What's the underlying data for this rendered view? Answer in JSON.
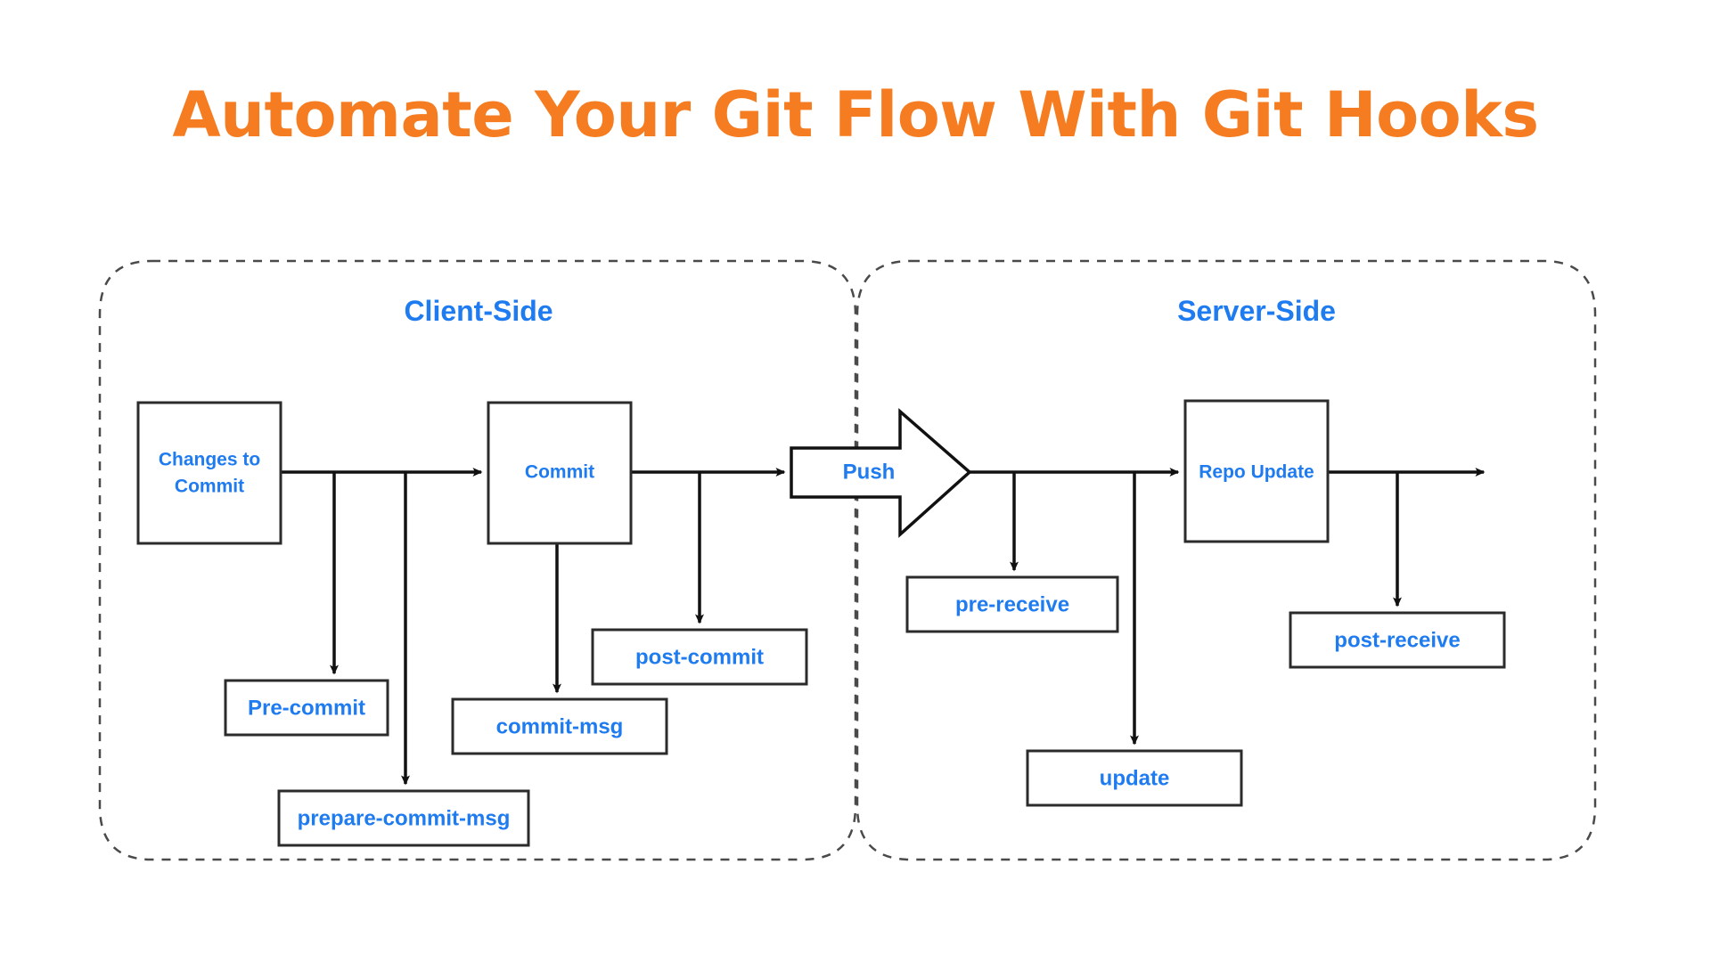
{
  "page": {
    "title": "Automate Your Git Flow With Git Hooks",
    "title_color": "#f57c20",
    "label_color": "#1f7bf0",
    "background": "#ffffff"
  },
  "diagram": {
    "type": "flowchart",
    "groups": [
      {
        "id": "client",
        "title": "Client-Side"
      },
      {
        "id": "server",
        "title": "Server-Side"
      }
    ],
    "nodes": {
      "changes_to_commit": {
        "label_line1": "Changes to",
        "label_line2": "Commit",
        "shape": "rect",
        "group": "client"
      },
      "commit": {
        "label": "Commit",
        "shape": "rect",
        "group": "client"
      },
      "pre_commit": {
        "label": "Pre-commit",
        "shape": "rect",
        "group": "client",
        "kind": "hook"
      },
      "commit_msg": {
        "label": "commit-msg",
        "shape": "rect",
        "group": "client",
        "kind": "hook"
      },
      "post_commit": {
        "label": "post-commit",
        "shape": "rect",
        "group": "client",
        "kind": "hook"
      },
      "prepare_commit_msg": {
        "label": "prepare-commit-msg",
        "shape": "rect",
        "group": "client",
        "kind": "hook"
      },
      "push": {
        "label": "Push",
        "shape": "block-arrow",
        "group": "boundary"
      },
      "repo_update": {
        "label": "Repo Update",
        "shape": "rect",
        "group": "server"
      },
      "pre_receive": {
        "label": "pre-receive",
        "shape": "rect",
        "group": "server",
        "kind": "hook"
      },
      "update": {
        "label": "update",
        "shape": "rect",
        "group": "server",
        "kind": "hook"
      },
      "post_receive": {
        "label": "post-receive",
        "shape": "rect",
        "group": "server",
        "kind": "hook"
      }
    },
    "edges": [
      {
        "from": "changes_to_commit",
        "to": "commit",
        "style": "arrow"
      },
      {
        "from": "changes_to_commit",
        "to": "pre_commit",
        "style": "arrow"
      },
      {
        "from": "changes_to_commit",
        "to": "prepare_commit_msg",
        "style": "arrow"
      },
      {
        "from": "commit",
        "to": "commit_msg",
        "style": "arrow"
      },
      {
        "from": "commit",
        "to": "post_commit",
        "style": "arrow"
      },
      {
        "from": "commit",
        "to": "push",
        "style": "arrow"
      },
      {
        "from": "push",
        "to": "pre_receive",
        "style": "arrow"
      },
      {
        "from": "push",
        "to": "update",
        "style": "arrow"
      },
      {
        "from": "push",
        "to": "repo_update",
        "style": "arrow"
      },
      {
        "from": "repo_update",
        "to": "post_receive",
        "style": "arrow"
      },
      {
        "from": "repo_update",
        "to": "end",
        "style": "arrow"
      }
    ]
  }
}
